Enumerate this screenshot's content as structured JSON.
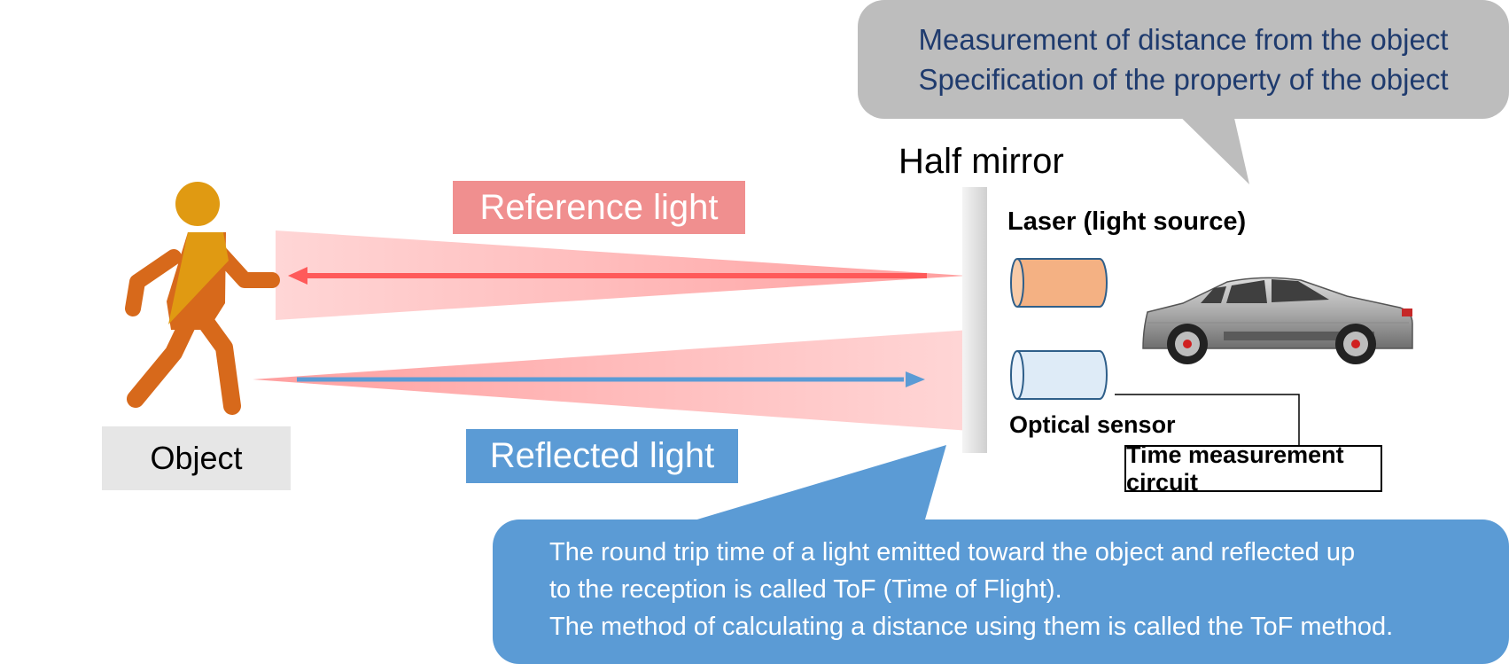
{
  "callout_top": {
    "line1": "Measurement of distance from the object",
    "line2": "Specification of the property of the object"
  },
  "labels": {
    "half_mirror": "Half mirror",
    "laser": "Laser (light source)",
    "optical_sensor": "Optical sensor",
    "time_circuit": "Time measurement circuit",
    "reference_light": "Reference light",
    "reflected_light": "Reflected light",
    "object": "Object"
  },
  "callout_bottom": {
    "line1": "The round trip time of a light emitted toward the object and reflected up",
    "line2": "to the reception is called ToF (Time of Flight).",
    "line3": "The method of calculating a distance using them is called the ToF method."
  },
  "icons": {
    "person": "walking-person-icon",
    "car": "car-icon",
    "laser": "cylinder-icon",
    "sensor": "cylinder-icon"
  },
  "colors": {
    "reference": "#f08f8f",
    "reference_arrow": "#ff5a5a",
    "reflected": "#5b9bd5",
    "person": "#d7691b",
    "person_head": "#e09a12",
    "laser_fill": "#f4b183",
    "sensor_fill": "#deebf7",
    "callout_top_bg": "#bdbdbd",
    "callout_top_text": "#1f3b6e"
  }
}
